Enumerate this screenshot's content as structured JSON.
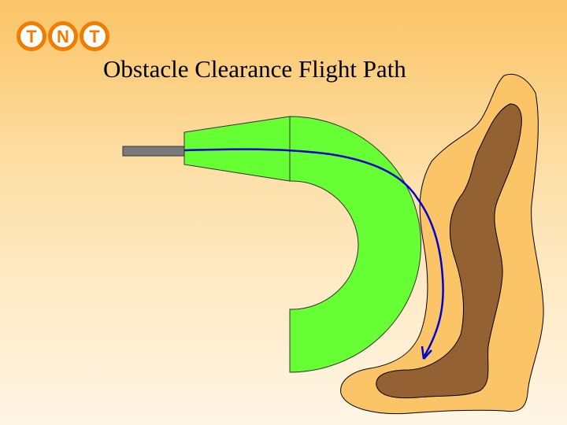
{
  "slide": {
    "title": "Obstacle Clearance Flight Path"
  },
  "logo": {
    "letters": [
      "T",
      "N",
      "T"
    ],
    "accent_color": "#f07d00"
  },
  "diagram": {
    "colors": {
      "clearance_area": "#66ff33",
      "terrain_outer": "#fbc466",
      "terrain_inner": "#946132",
      "flight_path": "#0000cc",
      "runway": "#7a7a7a"
    }
  }
}
